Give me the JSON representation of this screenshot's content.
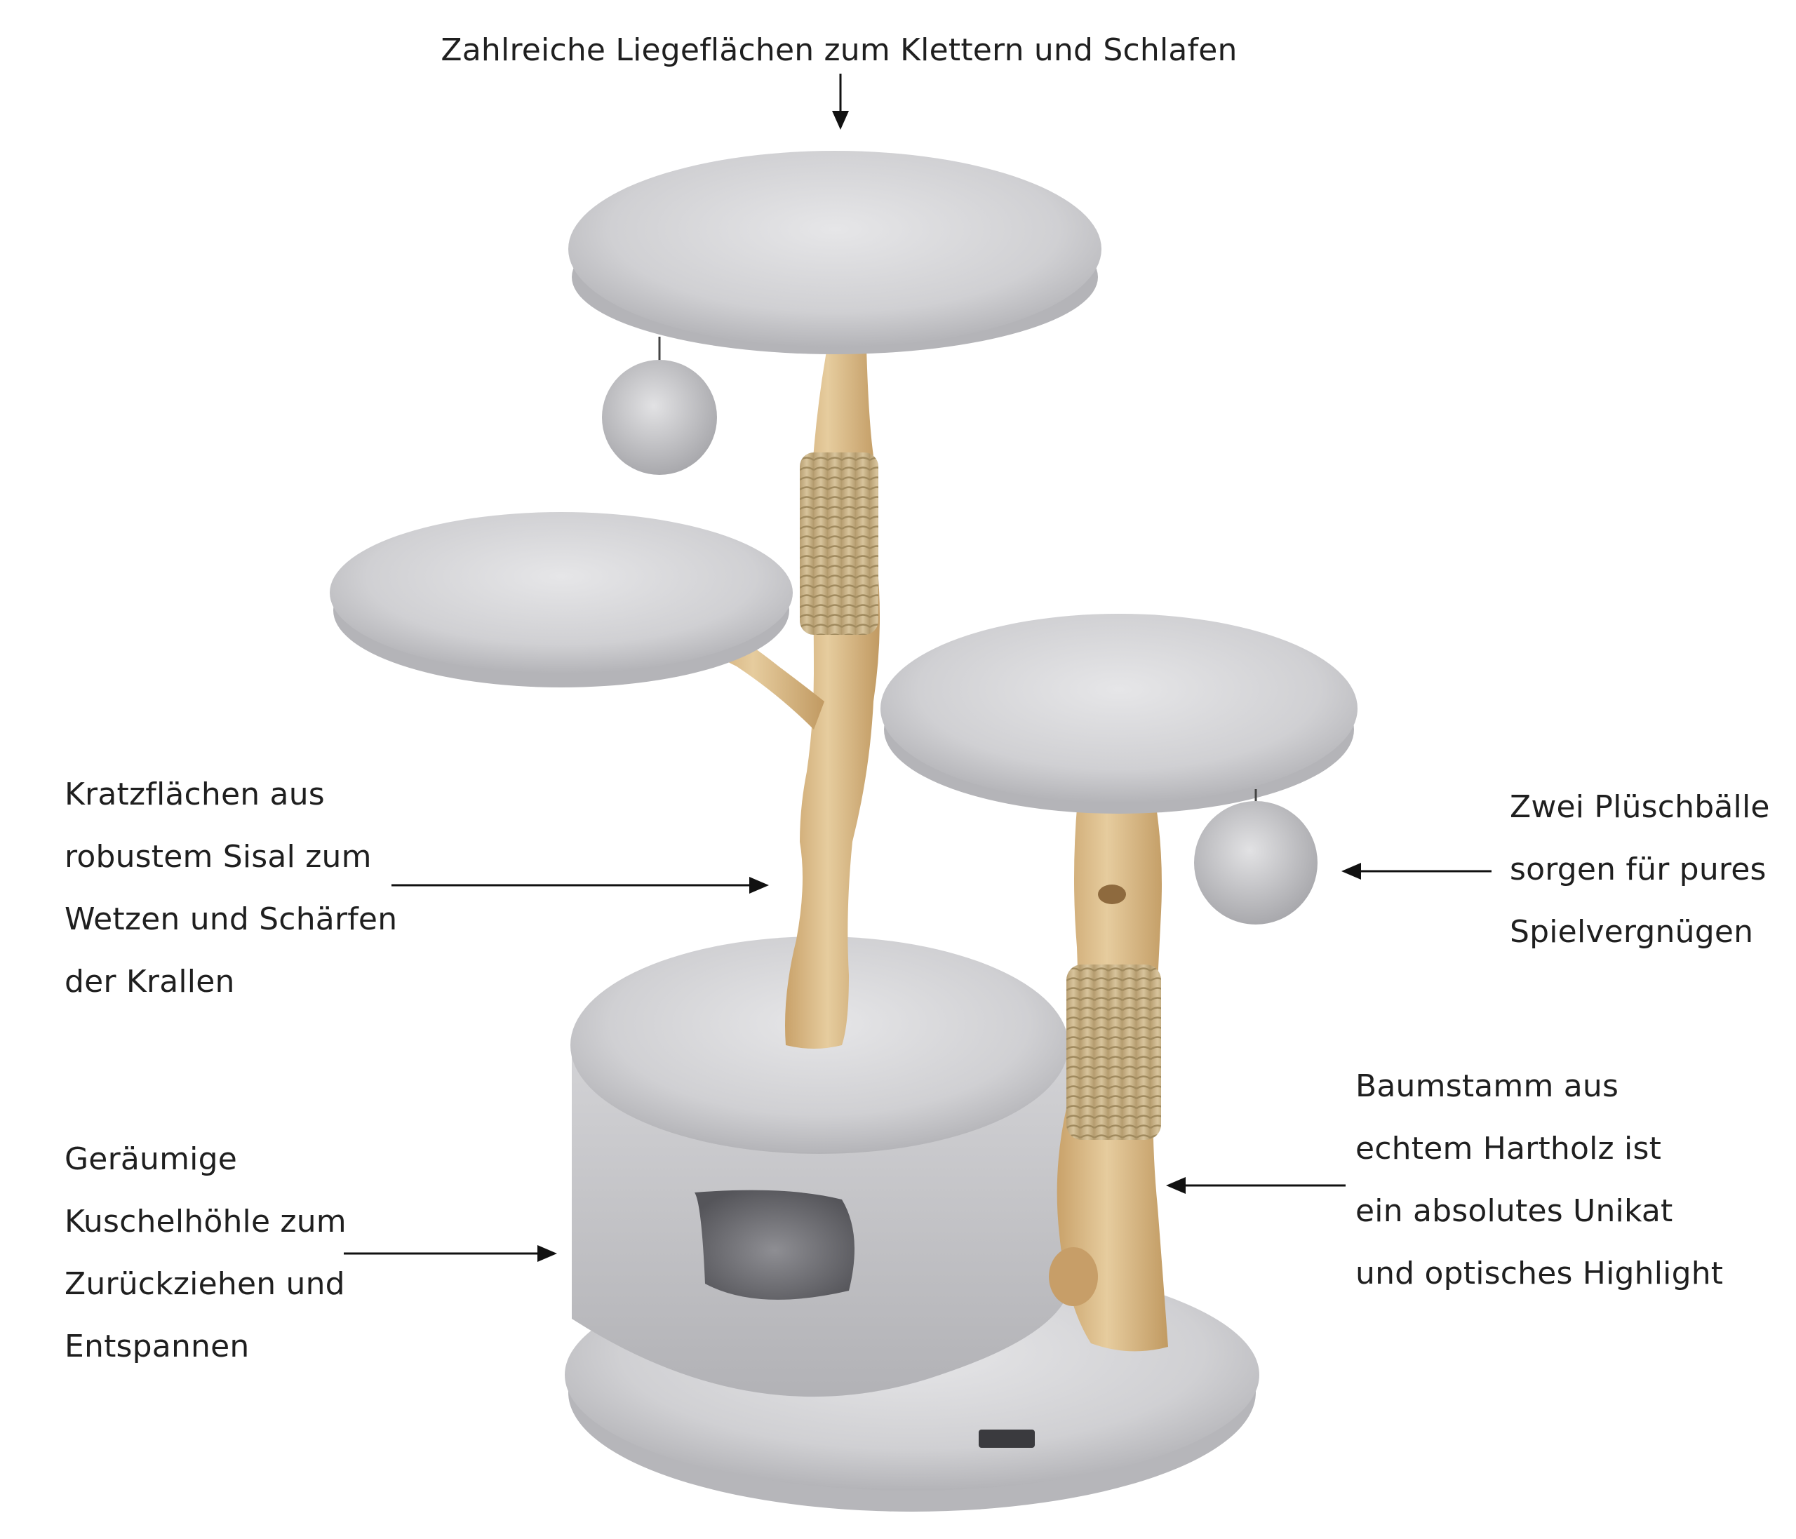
{
  "annotations": {
    "top": "Zahlreiche Liegeflächen zum Klettern und Schlafen",
    "scratch": [
      "Kratzflächen aus",
      "robustem Sisal zum",
      "Wetzen und Schärfen",
      "der Krallen"
    ],
    "cave": [
      "Geräumige",
      "Kuschelhöhle zum",
      "Zurückziehen und",
      "Entspannen"
    ],
    "balls": [
      "Zwei Plüschbälle",
      "sorgen für pures",
      "Spielvergnügen"
    ],
    "trunk": [
      "Baumstamm aus",
      "echtem Hartholz ist",
      "ein absolutes Unikat",
      "und optisches Highlight"
    ]
  },
  "colors": {
    "plush": "#d4d4d6",
    "plush_shadow": "#a8a8ac",
    "wood": "#d8b98a",
    "wood_dark": "#b8925e",
    "sisal": "#c9b48a",
    "arrow": "#111111",
    "text": "#1f1f1f"
  },
  "icons": [
    "arrow-down-icon",
    "arrow-right-icon",
    "arrow-left-icon"
  ]
}
